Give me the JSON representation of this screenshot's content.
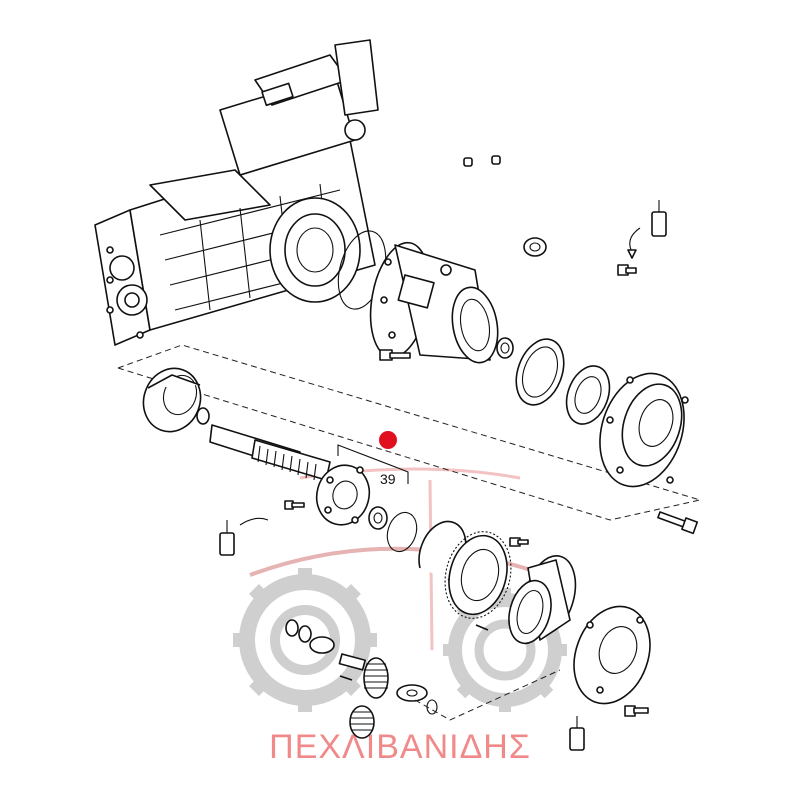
{
  "diagram": {
    "callout_label": "39",
    "watermark_text": "ΠΕΧΛΙΒΑΝΙΔΗΣ",
    "colors": {
      "line": "#111111",
      "background": "#ffffff",
      "marker": "#e0101e",
      "watermark_gray": "#d9d9d9",
      "watermark_text": "#f08a8a"
    },
    "icons": {
      "hotspot": "red-dot-marker",
      "watermark_logo": "gear-wheels-logo"
    }
  }
}
